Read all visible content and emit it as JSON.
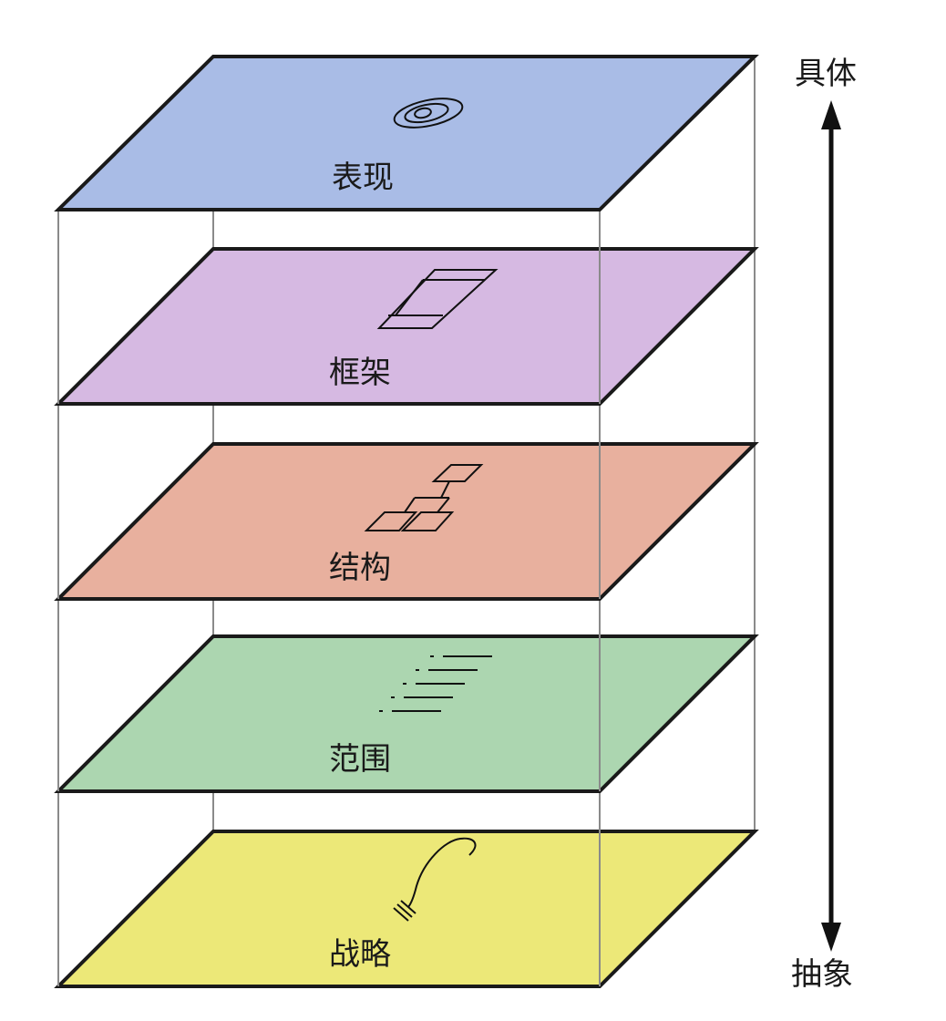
{
  "layers": [
    {
      "id": "surface",
      "label": "表现",
      "color": "#a9bce6",
      "icon": "eye-icon"
    },
    {
      "id": "skeleton",
      "label": "框架",
      "color": "#d6b9e2",
      "icon": "layout-icon"
    },
    {
      "id": "structure",
      "label": "结构",
      "color": "#e8b09e",
      "icon": "structure-icon"
    },
    {
      "id": "scope",
      "label": "范围",
      "color": "#acd6b0",
      "icon": "list-icon"
    },
    {
      "id": "strategy",
      "label": "战略",
      "color": "#ece878",
      "icon": "feather-icon"
    }
  ],
  "axis": {
    "top_label": "具体",
    "bottom_label": "抽象"
  }
}
